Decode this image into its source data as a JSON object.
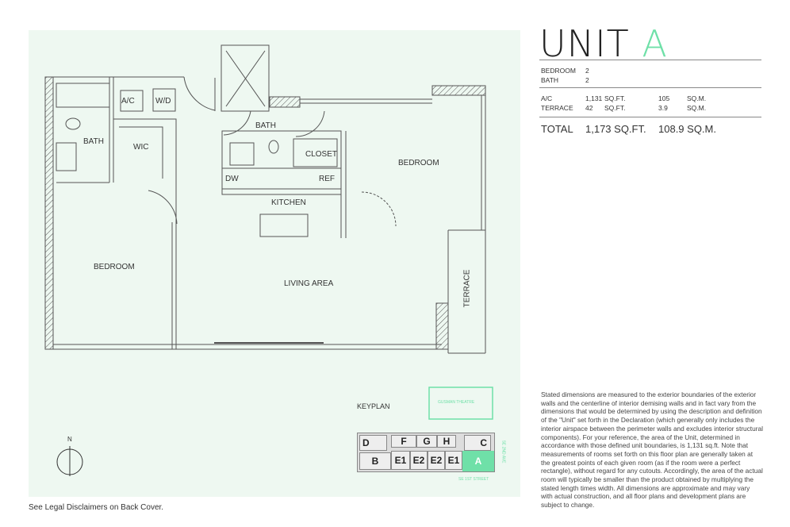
{
  "unit": {
    "prefix": "UNIT",
    "letter": "A",
    "accent": "#6fe0a8"
  },
  "specs": {
    "bedroom_label": "BEDROOM",
    "bedroom": "2",
    "bath_label": "BATH",
    "bath": "2",
    "ac_label": "A/C",
    "ac_sqft": "1,131",
    "ac_sqm": "105",
    "terrace_label": "TERRACE",
    "terrace_sqft": "42",
    "terrace_sqm": "3.9",
    "sqft_unit": "SQ.FT.",
    "sqm_unit": "SQ.M.",
    "total_label": "TOTAL",
    "total_sqft": "1,173 SQ.FT.",
    "total_sqm": "108.9 SQ.M."
  },
  "rooms": {
    "ac": "A/C",
    "wd": "W/D",
    "bath1": "BATH",
    "wic": "WIC",
    "bath2": "BATH",
    "closet": "CLOSET",
    "dw": "DW",
    "ref": "REF",
    "kitchen": "KITCHEN",
    "bedroom2": "BEDROOM",
    "bedroom1": "BEDROOM",
    "living": "LIVING AREA",
    "terrace": "TERRACE"
  },
  "keyplan": {
    "label": "KEYPLAN",
    "theatre": "GUSMAN THEATRE",
    "street1": "SE 1ST STREET",
    "street2": "SE 2ND AVE",
    "units_top": [
      "D",
      "F",
      "G",
      "H",
      "C"
    ],
    "units_bottom": [
      "B",
      "E1",
      "E2",
      "E2",
      "E1",
      "A"
    ]
  },
  "compass": "N",
  "disclaimer": "Stated dimensions are measured to the exterior boundaries of the exterior walls and the centerline of interior demising walls and in fact vary from the dimensions that would be determined by using the description and definition of the \"Unit\" set forth in the Declaration (which generally only includes the interior airspace between the perimeter walls and excludes interior structural components). For your reference, the area of the Unit, determined in accordance with those defined unit boundaries, is 1,131 sq.ft. Note that measurements of rooms set forth on this floor plan are generally taken at the greatest points of each given room (as if the room were a perfect rectangle), without regard for any cutouts. Accordingly, the area of the actual room will typically be smaller than the product obtained by multiplying the stated length times width. All dimensions are approximate and may vary with actual construction, and all floor plans and development plans are subject to change.",
  "footer": "See Legal Disclaimers on Back Cover."
}
